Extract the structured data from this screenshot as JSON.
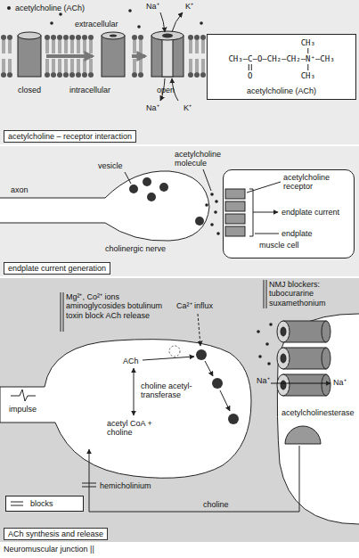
{
  "diagram": {
    "caption": "Neuromuscular junction ||",
    "nodes": [
      {
        "text": [
          "acetylcholine – receptor interaction"
        ]
      },
      {
        "text": [
          "CH₃",
          "CH₃–C–O–CH₂–CH₂–N⁺–CH₃",
          "O",
          "CH₃",
          "acetylcholine (ACh)"
        ],
        "in": 0
      },
      {
        "text": [
          "endplate current generation"
        ]
      },
      {
        "text": [
          "muscle cell"
        ],
        "in": 2
      },
      {
        "text": [
          "ACh synthesis and release"
        ]
      }
    ],
    "labels": [
      "acetylcholine (ACh)",
      "extracellular",
      "closed",
      "intracellular",
      "open",
      "Na⁺",
      "K⁺",
      "Na⁺",
      "K⁺",
      "acetylcholine molecule",
      "vesicle",
      "axon",
      "cholinergic nerve",
      "acetylcholine receptor",
      "endplate current",
      "endplate",
      "Mg²⁺, Co²⁺ ions aminoglycosides botulinum toxin block ACh release",
      "Ca²⁺ influx",
      "NMJ blockers: tubocurarine suxamethonium",
      "ACh",
      "choline acetyl-transferase",
      "acetyl CoA + choline",
      "impulse",
      "hemicholinium",
      "choline",
      "Na⁺",
      "Na⁺",
      "acetylcholinesterase"
    ],
    "legend": [
      {
        "text": "blocks"
      }
    ]
  }
}
